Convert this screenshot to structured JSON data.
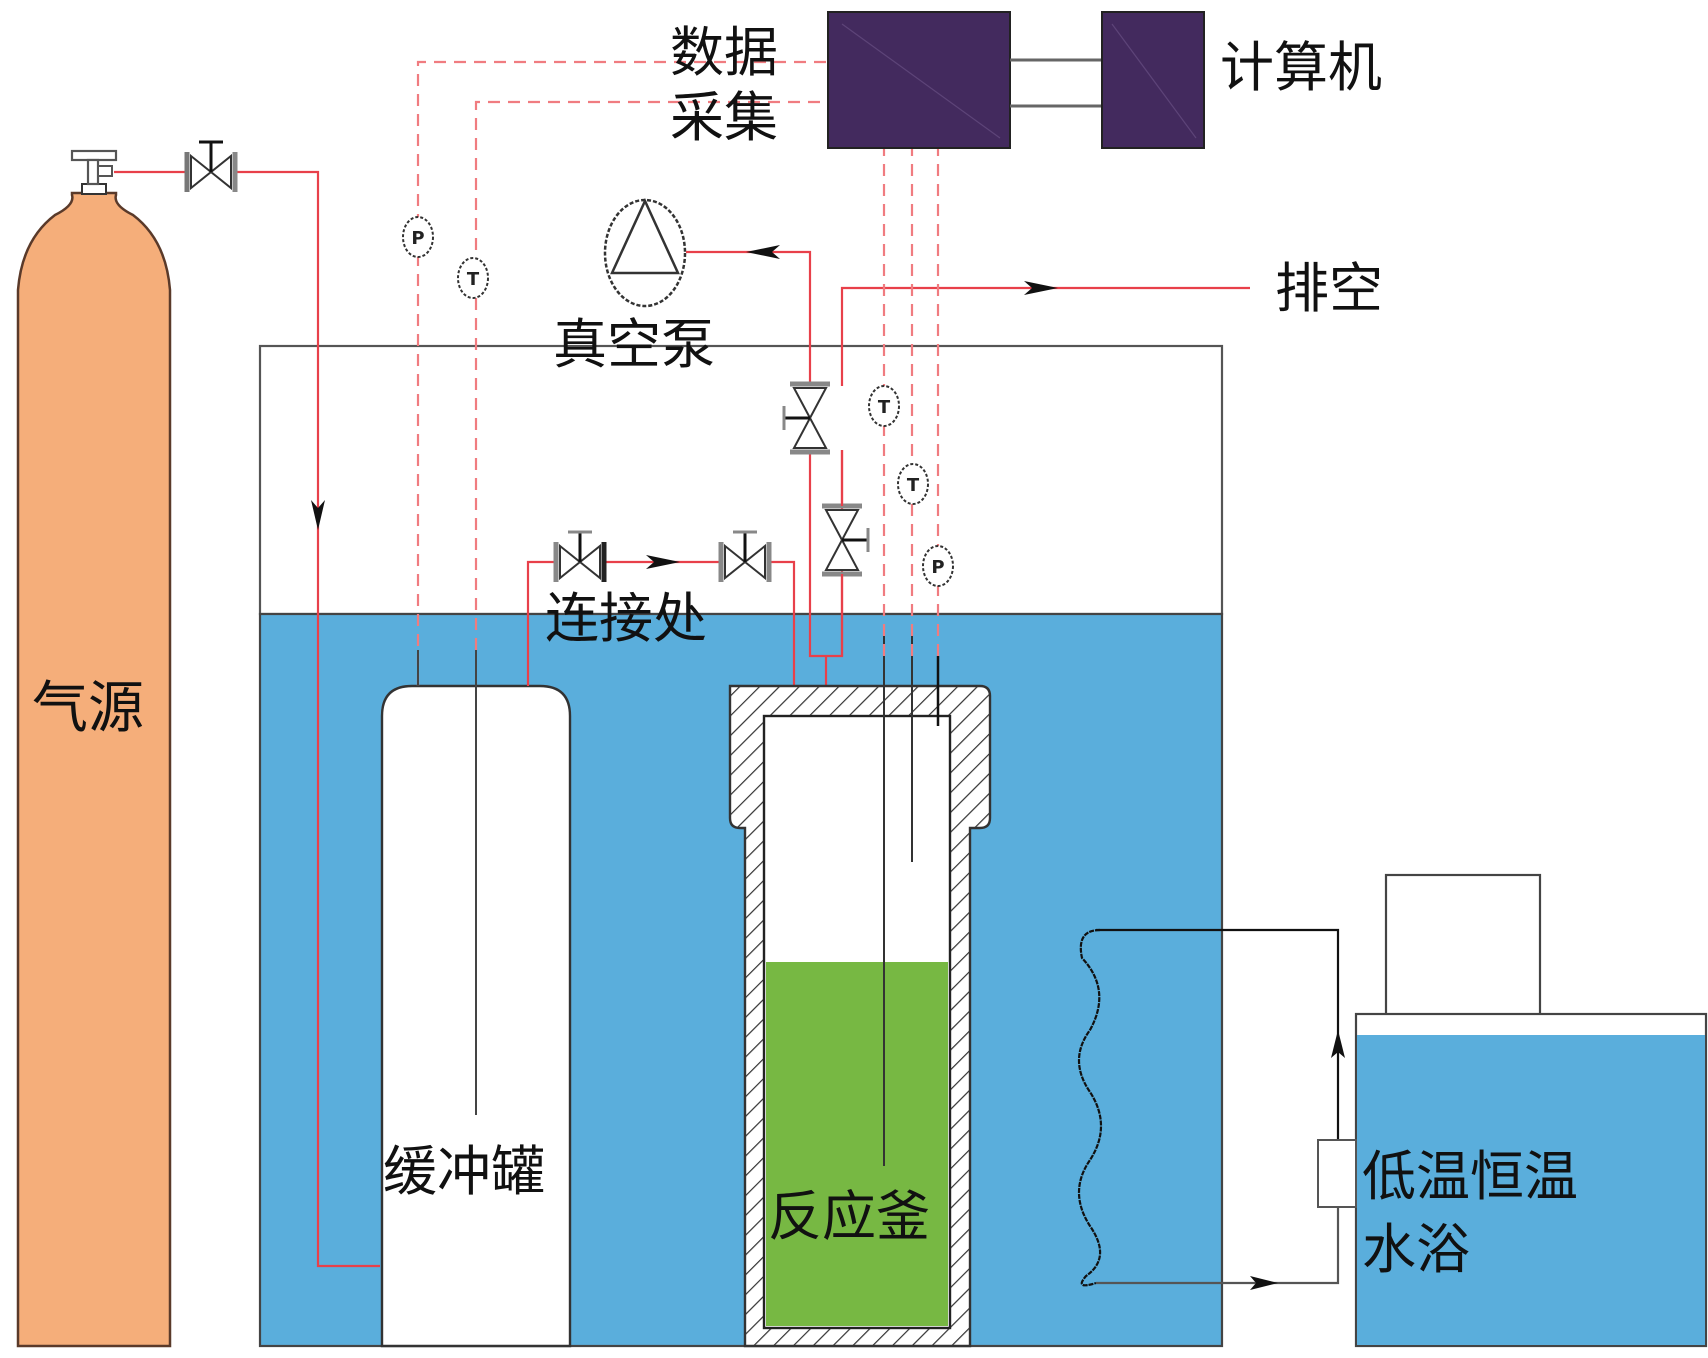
{
  "diagram": {
    "type": "experimental apparatus schematic",
    "colors": {
      "gas_cylinder": "#F5AE7A",
      "water": "#5AAEDC",
      "liquid": "#77B843",
      "daq_box": "#432A5E",
      "gas_pipe": "#E8404A",
      "signal_line": "#F07C80",
      "coolant_line": "#111111"
    },
    "labels": {
      "gas_source": "气源",
      "data_acquisition_line1": "数据",
      "data_acquisition_line2": "采集",
      "computer": "计算机",
      "vacuum_pump": "真空泵",
      "vent": "排空",
      "connection": "连接处",
      "buffer_tank": "缓冲罐",
      "reactor": "反应釜",
      "bath_line1": "低温恒温",
      "bath_line2": "水浴"
    },
    "gauges": {
      "buffer_pressure": "P",
      "buffer_temperature": "T",
      "reactor_temperature_gas": "T",
      "reactor_temperature_liquid": "T",
      "reactor_pressure": "P"
    },
    "flow_arrows": [
      "gas-inlet-down",
      "connection-right",
      "vacuum-left",
      "vent-right",
      "coolant-out-right",
      "coolant-return-up"
    ]
  }
}
